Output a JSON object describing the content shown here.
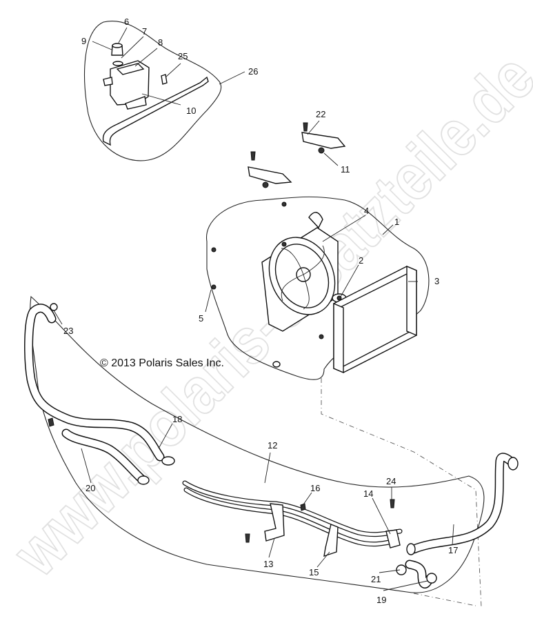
{
  "copyright": "© 2013 Polaris Sales Inc.",
  "watermark": "www.polaris-ersatzteile.de",
  "callouts": [
    {
      "id": "1",
      "label": "1"
    },
    {
      "id": "2",
      "label": "2"
    },
    {
      "id": "3",
      "label": "3"
    },
    {
      "id": "4",
      "label": "4"
    },
    {
      "id": "5",
      "label": "5"
    },
    {
      "id": "6",
      "label": "6"
    },
    {
      "id": "7",
      "label": "7"
    },
    {
      "id": "8",
      "label": "8"
    },
    {
      "id": "9",
      "label": "9"
    },
    {
      "id": "10",
      "label": "10"
    },
    {
      "id": "11",
      "label": "11"
    },
    {
      "id": "12",
      "label": "12"
    },
    {
      "id": "13",
      "label": "13"
    },
    {
      "id": "14",
      "label": "14"
    },
    {
      "id": "15",
      "label": "15"
    },
    {
      "id": "16",
      "label": "16"
    },
    {
      "id": "17",
      "label": "17"
    },
    {
      "id": "18",
      "label": "18"
    },
    {
      "id": "19",
      "label": "19"
    },
    {
      "id": "20",
      "label": "20"
    },
    {
      "id": "21",
      "label": "21"
    },
    {
      "id": "22",
      "label": "22"
    },
    {
      "id": "23",
      "label": "23"
    },
    {
      "id": "24",
      "label": "24"
    },
    {
      "id": "25",
      "label": "25"
    },
    {
      "id": "26",
      "label": "26"
    }
  ]
}
